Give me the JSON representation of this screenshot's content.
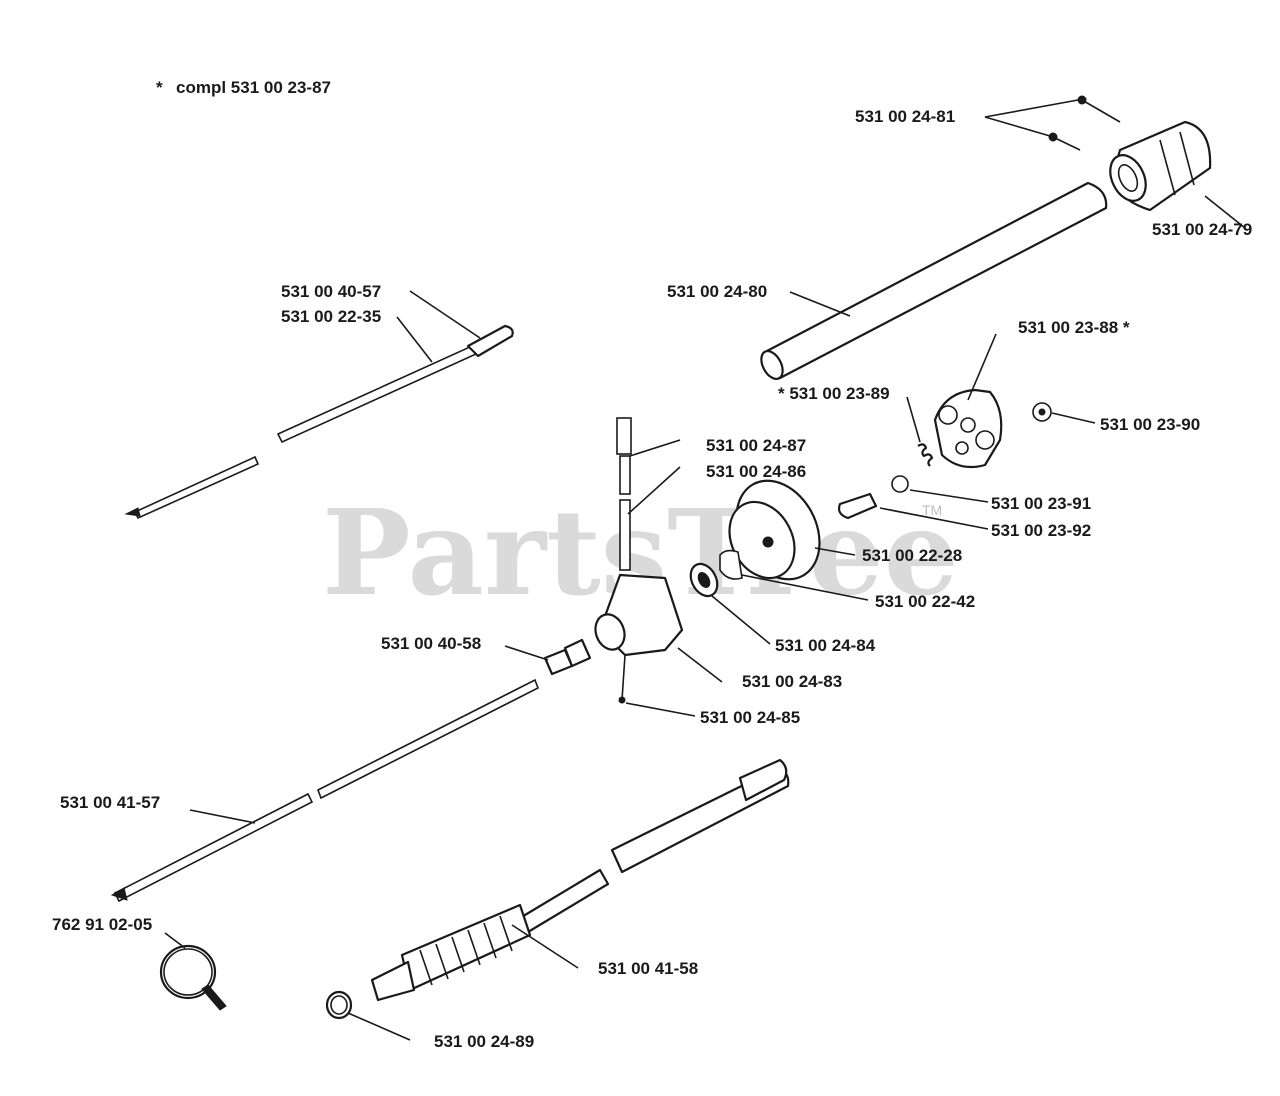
{
  "watermark": {
    "text": "PartsTree",
    "tm": "TM"
  },
  "note": {
    "asterisk": "*",
    "text": "compl 531 00 23-87"
  },
  "callouts": [
    {
      "id": "c1",
      "text": "531 00 24-81"
    },
    {
      "id": "c2",
      "text": "531 00 24-79"
    },
    {
      "id": "c3",
      "text": "531 00 24-80"
    },
    {
      "id": "c4",
      "text": "531 00 40-57"
    },
    {
      "id": "c5",
      "text": "531 00 22-35"
    },
    {
      "id": "c6",
      "text": "531 00 23-88 *"
    },
    {
      "id": "c7",
      "text": "* 531 00 23-89"
    },
    {
      "id": "c8",
      "text": "531 00 23-90"
    },
    {
      "id": "c9",
      "text": "531 00 24-87"
    },
    {
      "id": "c10",
      "text": "531 00 24-86"
    },
    {
      "id": "c11",
      "text": "531 00 23-91"
    },
    {
      "id": "c12",
      "text": "531 00 23-92"
    },
    {
      "id": "c13",
      "text": "531 00 22-28"
    },
    {
      "id": "c14",
      "text": "531 00 22-42"
    },
    {
      "id": "c15",
      "text": "531 00 24-84"
    },
    {
      "id": "c16",
      "text": "531 00 40-58"
    },
    {
      "id": "c17",
      "text": "531 00 24-83"
    },
    {
      "id": "c18",
      "text": "531 00 24-85"
    },
    {
      "id": "c19",
      "text": "531 00 41-57"
    },
    {
      "id": "c20",
      "text": "762 91 02-05"
    },
    {
      "id": "c21",
      "text": "531 00 41-58"
    },
    {
      "id": "c22",
      "text": "531 00 24-89"
    }
  ]
}
